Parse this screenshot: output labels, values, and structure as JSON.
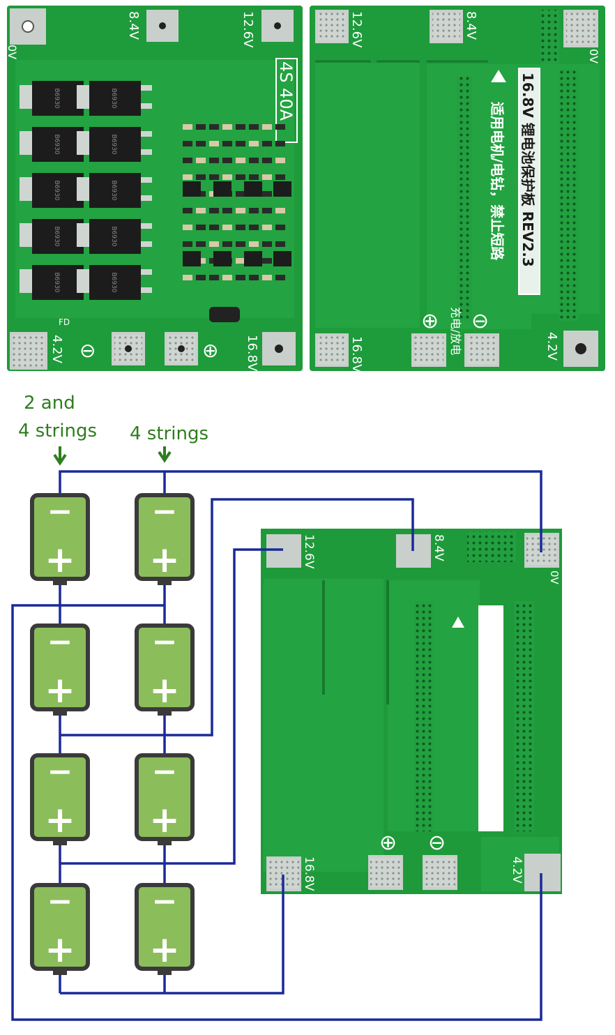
{
  "board_front": {
    "pads": {
      "top_left_voltage": "8.4V",
      "top_right_voltage": "12.6V",
      "ground": "0V",
      "bottom_left_voltage": "4.2V",
      "bottom_right_voltage": "16.8V",
      "minus_symbol": "⊖",
      "plus_symbol": "⊕"
    },
    "model_label": "4S 40A",
    "mosfet_marking": "B6930",
    "diode_marking": "FD"
  },
  "board_back": {
    "pads": {
      "top_left_voltage": "12.6V",
      "top_mid_voltage": "8.4V",
      "ground": "0V",
      "bottom_left_voltage": "16.8V",
      "bottom_right_voltage": "4.2V",
      "plus_symbol": "⊕",
      "minus_symbol": "⊖",
      "charge_discharge": "充电/放电"
    },
    "notice_line1": "16.8V 锂电池保护板 REV2.3",
    "notice_line2": "适用电机/电钻，禁止短路"
  },
  "diagram": {
    "label_col1_line1": "2 and",
    "label_col1_line2": "4 strings",
    "label_col2": "4 strings",
    "arrow_glyph": "↓",
    "battery_minus": "−",
    "battery_plus": "+",
    "board_pads": {
      "p126": "12.6V",
      "p84": "8.4V",
      "p0": "0V",
      "p168": "16.8V",
      "p42": "4.2V",
      "plus_symbol": "⊕",
      "minus_symbol": "⊖"
    },
    "colors": {
      "wire": "#1a2a99",
      "battery_fill": "#8bbd5a",
      "battery_outline": "#3a3a3a",
      "board": "#1f9a3a",
      "label": "#2e7d1e"
    }
  }
}
